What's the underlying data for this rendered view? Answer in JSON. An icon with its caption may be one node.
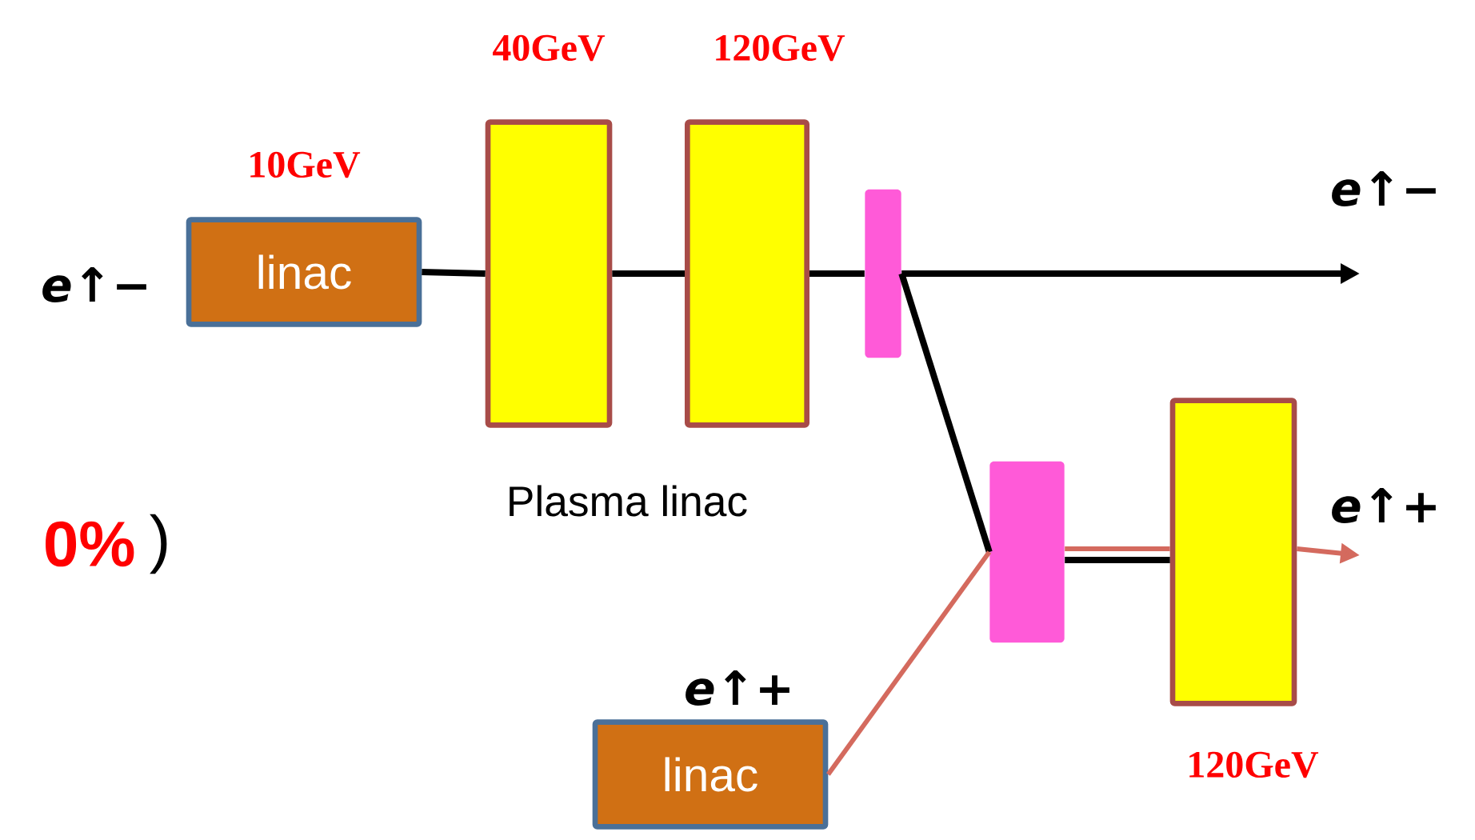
{
  "diagram": {
    "nodes": [
      {
        "text": [
          "linac"
        ],
        "beside": [
          "10GeV"
        ]
      },
      {
        "text": [],
        "shape": "box",
        "beside": [
          "40GeV"
        ]
      },
      {
        "text": [],
        "shape": "box",
        "beside": [
          "120GeV"
        ]
      },
      {
        "text": [],
        "shape": "bar"
      },
      {
        "text": [],
        "shape": "bar"
      },
      {
        "text": [],
        "shape": "box",
        "beside": [
          "120GeV"
        ]
      },
      {
        "text": [
          "linac"
        ],
        "beside": [
          "e↑+"
        ]
      }
    ],
    "edges": [
      {
        "from": 0,
        "to": 1,
        "arrow": "none"
      },
      {
        "from": 1,
        "to": 2,
        "arrow": "none"
      },
      {
        "from": 2,
        "to": 3,
        "arrow": "none"
      },
      {
        "from": 3,
        "to": null,
        "arrow": "to"
      },
      {
        "from": 3,
        "to": 4,
        "arrow": "none"
      },
      {
        "from": 4,
        "to": 5,
        "arrow": "none"
      },
      {
        "from": 6,
        "to": 4,
        "arrow": "none",
        "color": "#d46a5e"
      },
      {
        "from": 4,
        "to": 5,
        "arrow": "none",
        "color": "#d46a5e"
      },
      {
        "from": 5,
        "to": null,
        "arrow": "to",
        "color": "#d46a5e"
      }
    ],
    "labels": [
      "e↑−",
      "e↑−",
      "0%",
      ")",
      "Plasma linac",
      "e↑+"
    ]
  }
}
